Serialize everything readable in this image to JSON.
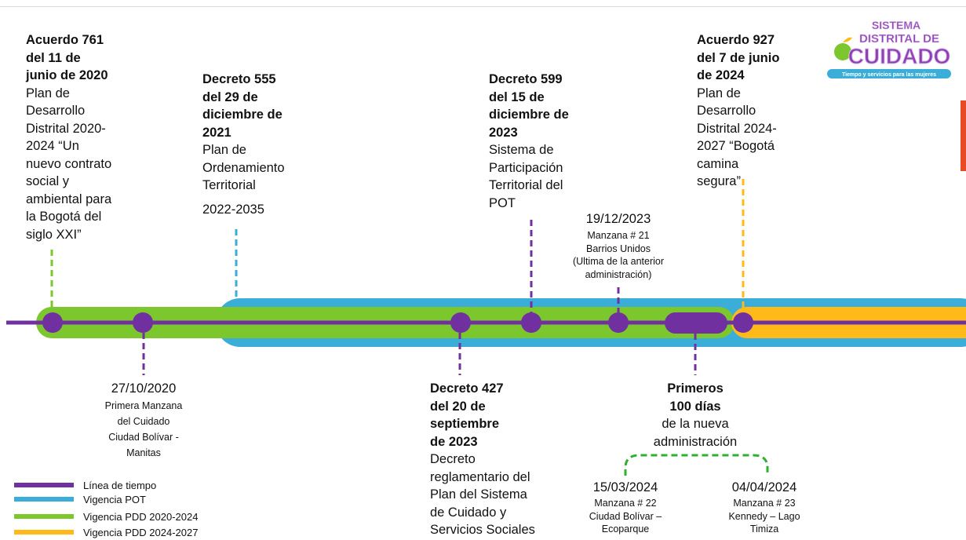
{
  "milestones_top": [
    {
      "bold": [
        "Acuerdo 761",
        "del 11 de",
        "junio de 2020"
      ],
      "text": [
        "Plan de",
        "Desarrollo",
        "Distrital 2020-",
        "2024 “Un",
        "nuevo contrato",
        "social y",
        "ambiental para",
        "la Bogotá del",
        "siglo XXI”"
      ]
    },
    {
      "bold": [
        "Decreto 555",
        "del 29 de",
        "diciembre de",
        "2021"
      ],
      "text": [
        "Plan de",
        "Ordenamiento",
        "Territorial"
      ],
      "extra": "2022-2035"
    },
    {
      "bold": [
        "Decreto 599",
        "del 15 de",
        "diciembre de",
        "2023"
      ],
      "text": [
        "Sistema de",
        "Participación",
        "Territorial del",
        "POT"
      ]
    },
    {
      "bold": [
        "Acuerdo 927",
        "del 7 de junio",
        "de 2024"
      ],
      "text": [
        "Plan de",
        "Desarrollo",
        "Distrital 2024-",
        "2027 “Bogotá",
        "camina",
        "segura”"
      ]
    }
  ],
  "manzana_21": {
    "date": "19/12/2023",
    "lines": [
      "Manzana # 21",
      "Barrios Unidos",
      "(Ultima de la anterior",
      "administración)"
    ]
  },
  "manzana_1": {
    "date": "27/10/2020",
    "lines": [
      "Primera Manzana",
      "del Cuidado",
      "Ciudad Bolívar -",
      "Manitas"
    ]
  },
  "decreto_427": {
    "bold": [
      "Decreto 427",
      "del 20 de",
      "septiembre",
      "de 2023"
    ],
    "text": [
      "Decreto",
      "reglamentario del",
      "Plan del Sistema",
      "de Cuidado y",
      "Servicios Sociales"
    ]
  },
  "primeros": {
    "bold": [
      "Primeros",
      "100 días"
    ],
    "text": [
      "de la nueva",
      "administración"
    ]
  },
  "manzana_22": {
    "date": "15/03/2024",
    "lines": [
      "Manzana # 22",
      "Ciudad Bolívar –",
      "Ecoparque"
    ]
  },
  "manzana_23": {
    "date": "04/04/2024",
    "lines": [
      "Manzana # 23",
      "Kennedy – Lago",
      "Timiza"
    ]
  },
  "legend": [
    {
      "label": "Línea de tiempo",
      "color": "#7030a0"
    },
    {
      "label": "Vigencia POT",
      "color": "#3aaed8"
    },
    {
      "label": "Vigencia PDD 2020-2024",
      "color": "#7cc62e"
    },
    {
      "label": "Vigencia PDD 2024-2027",
      "color": "#ffba1a"
    }
  ],
  "logo": {
    "line1": "SISTEMA",
    "line2": "DISTRITAL DE",
    "line3": "CUIDADO",
    "tagline": "Tiempo y servicios para las mujeres"
  },
  "colors": {
    "timeline": "#7030a0",
    "pot": "#3aaed8",
    "pdd2020": "#7cc62e",
    "pdd2024": "#ffba1a",
    "brand": "#8e3fb3"
  }
}
